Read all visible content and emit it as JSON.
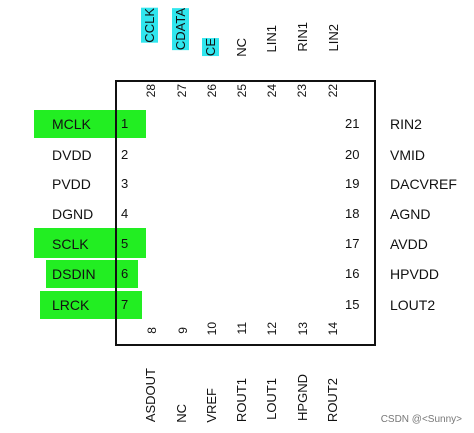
{
  "colors": {
    "pin_highlight": "#22ee22",
    "name_highlight": "#30e6ee"
  },
  "pins": {
    "p1": {
      "num": "1",
      "name": "MCLK"
    },
    "p2": {
      "num": "2",
      "name": "DVDD"
    },
    "p3": {
      "num": "3",
      "name": "PVDD"
    },
    "p4": {
      "num": "4",
      "name": "DGND"
    },
    "p5": {
      "num": "5",
      "name": "SCLK"
    },
    "p6": {
      "num": "6",
      "name": "DSDIN"
    },
    "p7": {
      "num": "7",
      "name": "LRCK"
    },
    "p8": {
      "num": "8",
      "name": "ASDOUT"
    },
    "p9": {
      "num": "9",
      "name": "NC"
    },
    "p10": {
      "num": "10",
      "name": "VREF"
    },
    "p11": {
      "num": "11",
      "name": "ROUT1"
    },
    "p12": {
      "num": "12",
      "name": "LOUT1"
    },
    "p13": {
      "num": "13",
      "name": "HPGND"
    },
    "p14": {
      "num": "14",
      "name": "ROUT2"
    },
    "p15": {
      "num": "15",
      "name": "LOUT2"
    },
    "p16": {
      "num": "16",
      "name": "HPVDD"
    },
    "p17": {
      "num": "17",
      "name": "AVDD"
    },
    "p18": {
      "num": "18",
      "name": "AGND"
    },
    "p19": {
      "num": "19",
      "name": "DACVREF"
    },
    "p20": {
      "num": "20",
      "name": "VMID"
    },
    "p21": {
      "num": "21",
      "name": "RIN2"
    },
    "p22": {
      "num": "22",
      "name": "LIN2"
    },
    "p23": {
      "num": "23",
      "name": "RIN1"
    },
    "p24": {
      "num": "24",
      "name": "LIN1"
    },
    "p25": {
      "num": "25",
      "name": "NC"
    },
    "p26": {
      "num": "26",
      "name": "CE"
    },
    "p27": {
      "num": "27",
      "name": "CDATA"
    },
    "p28": {
      "num": "28",
      "name": "CCLK"
    }
  },
  "watermark": "CSDN @<Sunny>"
}
